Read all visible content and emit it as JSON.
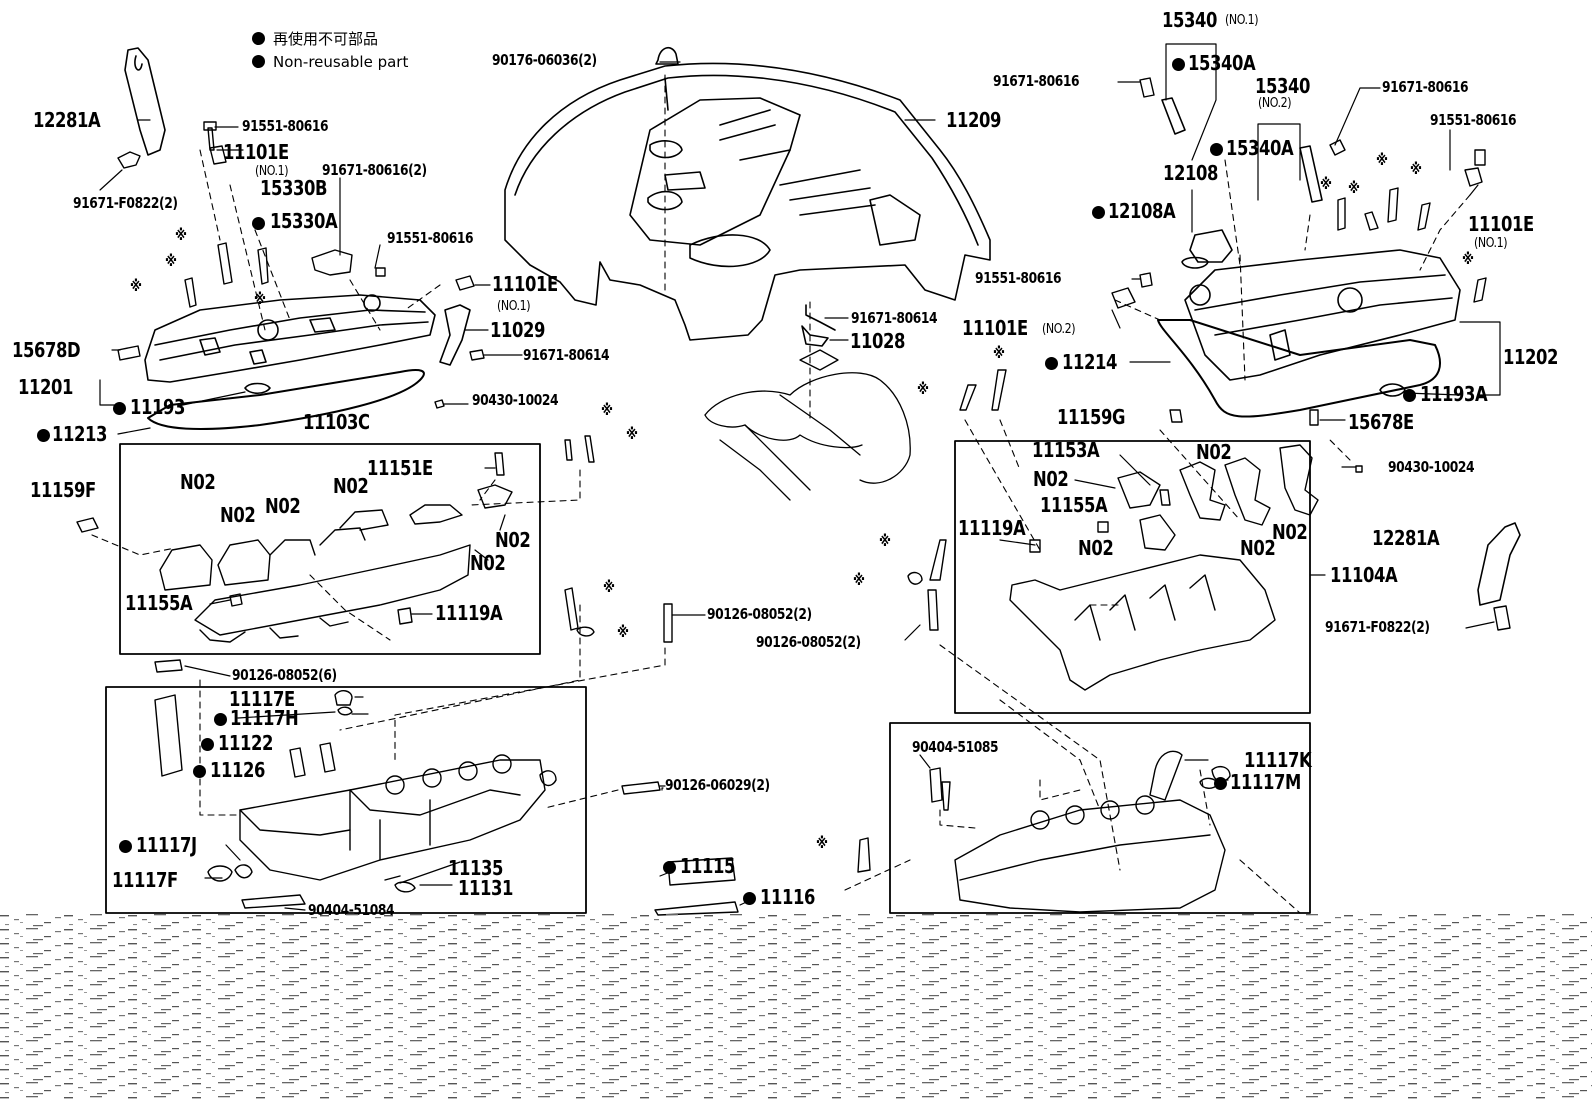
{
  "legend": {
    "non_reusable_jp": "再使用不可部品",
    "non_reusable_en": "Non-reusable part"
  },
  "asterisk_symbol": "※",
  "colors": {
    "line": "#000000",
    "background": "#ffffff"
  },
  "labels": [
    {
      "id": "12281a-left",
      "text": "12281A"
    },
    {
      "id": "91551-80616-left",
      "text": "91551-80616"
    },
    {
      "id": "11101e-left-top",
      "text": "11101E"
    },
    {
      "id": "no1-a",
      "text": "(NO.1)"
    },
    {
      "id": "15330b",
      "text": "15330B"
    },
    {
      "id": "91671-80616-2-left",
      "text": "91671-80616(2)"
    },
    {
      "id": "91671-f0822-2-left",
      "text": "91671-F0822(2)"
    },
    {
      "id": "15330a",
      "text": "15330A"
    },
    {
      "id": "91551-80616-mid",
      "text": "91551-80616"
    },
    {
      "id": "11101e-left-mid",
      "text": "11101E"
    },
    {
      "id": "no1-b",
      "text": "(NO.1)"
    },
    {
      "id": "11029",
      "text": "11029"
    },
    {
      "id": "91671-80614-left",
      "text": "91671-80614"
    },
    {
      "id": "15678d",
      "text": "15678D"
    },
    {
      "id": "11201",
      "text": "11201"
    },
    {
      "id": "11193",
      "text": "11193"
    },
    {
      "id": "11213",
      "text": "11213"
    },
    {
      "id": "90430-10024-left",
      "text": "90430-10024"
    },
    {
      "id": "11103c",
      "text": "11103C"
    },
    {
      "id": "11159f",
      "text": "11159F"
    },
    {
      "id": "n02-l1",
      "text": "N02"
    },
    {
      "id": "n02-l2",
      "text": "N02"
    },
    {
      "id": "n02-l3",
      "text": "N02"
    },
    {
      "id": "n02-l4",
      "text": "N02"
    },
    {
      "id": "11151e",
      "text": "11151E"
    },
    {
      "id": "n02-l5",
      "text": "N02"
    },
    {
      "id": "n02-l6",
      "text": "N02"
    },
    {
      "id": "11155a-left",
      "text": "11155A"
    },
    {
      "id": "11119a-left",
      "text": "11119A"
    },
    {
      "id": "90126-08052-6",
      "text": "90126-08052(6)"
    },
    {
      "id": "90126-08052-2-a",
      "text": "90126-08052(2)"
    },
    {
      "id": "90126-08052-2-b",
      "text": "90126-08052(2)"
    },
    {
      "id": "11117e",
      "text": "11117E"
    },
    {
      "id": "11117h",
      "text": "11117H"
    },
    {
      "id": "11122",
      "text": "11122"
    },
    {
      "id": "11126",
      "text": "11126"
    },
    {
      "id": "90126-06029-2",
      "text": "90126-06029(2)"
    },
    {
      "id": "11117j",
      "text": "11117J"
    },
    {
      "id": "11117f",
      "text": "11117F"
    },
    {
      "id": "11135",
      "text": "11135"
    },
    {
      "id": "11131",
      "text": "11131"
    },
    {
      "id": "90404-51084",
      "text": "90404-51084"
    },
    {
      "id": "11115",
      "text": "11115"
    },
    {
      "id": "11116",
      "text": "11116"
    },
    {
      "id": "90176-06036-2",
      "text": "90176-06036(2)"
    },
    {
      "id": "11209",
      "text": "11209"
    },
    {
      "id": "91671-80614-mid",
      "text": "91671-80614"
    },
    {
      "id": "11028",
      "text": "11028"
    },
    {
      "id": "15340-no1",
      "text": "15340"
    },
    {
      "id": "no1-c",
      "text": "(NO.1)"
    },
    {
      "id": "91671-80616-r1",
      "text": "91671-80616"
    },
    {
      "id": "15340a-r1",
      "text": "15340A"
    },
    {
      "id": "15340-no2",
      "text": "15340"
    },
    {
      "id": "no2-a",
      "text": "(NO.2)"
    },
    {
      "id": "91671-80616-r2",
      "text": "91671-80616"
    },
    {
      "id": "91551-80616-r1",
      "text": "91551-80616"
    },
    {
      "id": "15340a-r2",
      "text": "15340A"
    },
    {
      "id": "12108",
      "text": "12108"
    },
    {
      "id": "12108a",
      "text": "12108A"
    },
    {
      "id": "11101e-right",
      "text": "11101E"
    },
    {
      "id": "no1-d",
      "text": "(NO.1)"
    },
    {
      "id": "91551-80616-r2",
      "text": "91551-80616"
    },
    {
      "id": "11101e-no2",
      "text": "11101E"
    },
    {
      "id": "no2-b",
      "text": "(NO.2)"
    },
    {
      "id": "11214",
      "text": "11214"
    },
    {
      "id": "11202",
      "text": "11202"
    },
    {
      "id": "11193a",
      "text": "11193A"
    },
    {
      "id": "15678e",
      "text": "15678E"
    },
    {
      "id": "11159g",
      "text": "11159G"
    },
    {
      "id": "11153a",
      "text": "11153A"
    },
    {
      "id": "n02-r1",
      "text": "N02"
    },
    {
      "id": "n02-r2",
      "text": "N02"
    },
    {
      "id": "11155a-right",
      "text": "11155A"
    },
    {
      "id": "90430-10024-right",
      "text": "90430-10024"
    },
    {
      "id": "11119a-right",
      "text": "11119A"
    },
    {
      "id": "n02-r3",
      "text": "N02"
    },
    {
      "id": "n02-r4",
      "text": "N02"
    },
    {
      "id": "n02-r5",
      "text": "N02"
    },
    {
      "id": "12281a-right",
      "text": "12281A"
    },
    {
      "id": "11104a",
      "text": "11104A"
    },
    {
      "id": "91671-f0822-2-right",
      "text": "91671-F0822(2)"
    },
    {
      "id": "90404-51085",
      "text": "90404-51085"
    },
    {
      "id": "11117k",
      "text": "11117K"
    },
    {
      "id": "11117m",
      "text": "11117M"
    }
  ]
}
